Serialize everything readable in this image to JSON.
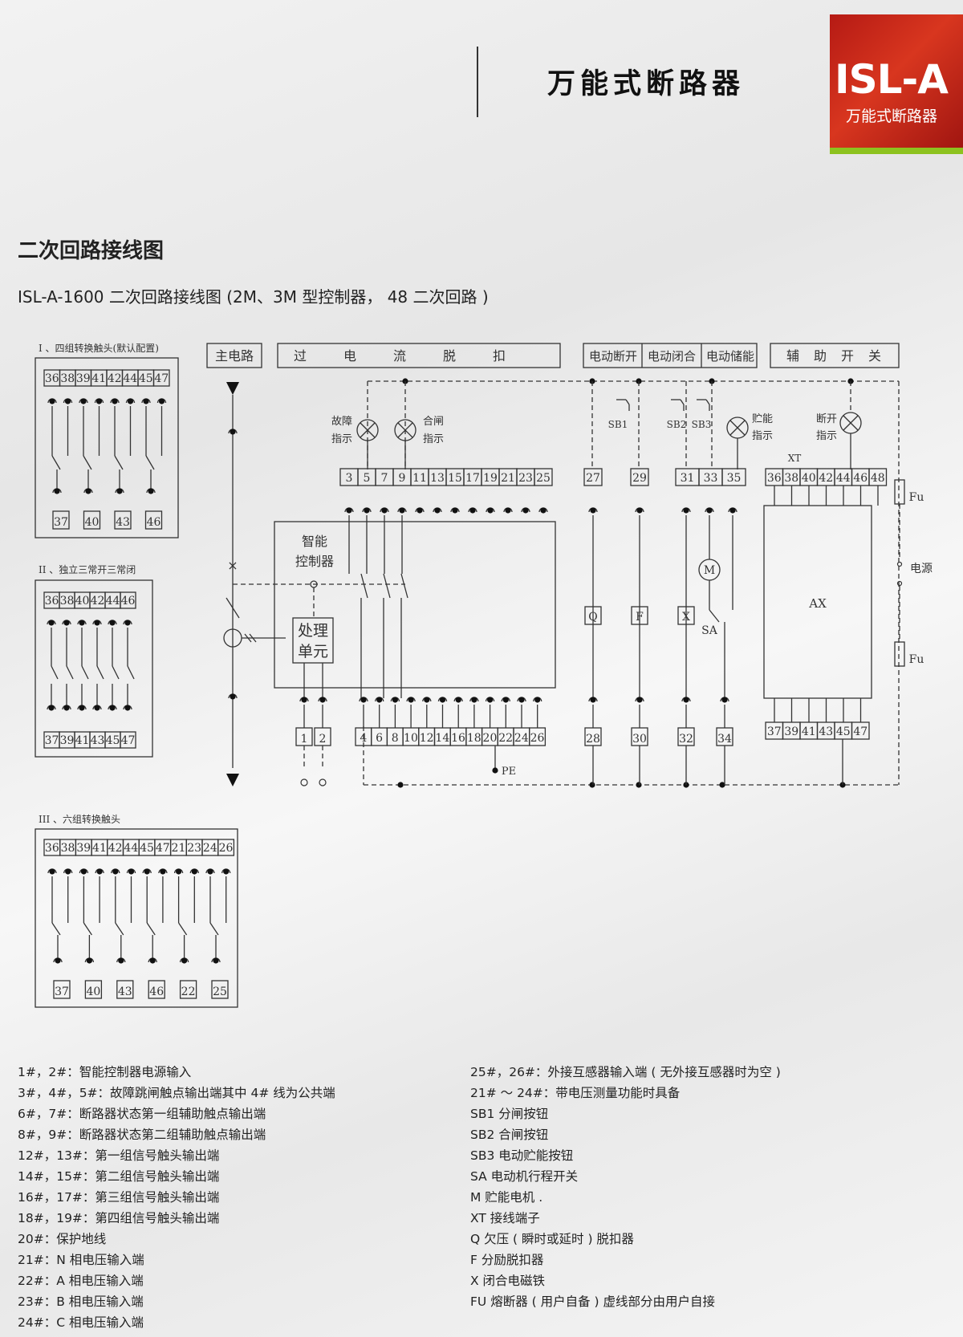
{
  "header": {
    "title": "万能式断路器",
    "logo_main": "ISL-A",
    "logo_sub": "万能式断路器"
  },
  "section": {
    "title": "二次回路接线图",
    "subtitle": "ISL-A-1600 二次回路接线图 (2M、3M 型控制器， 48 二次回路 )"
  },
  "diagram": {
    "panel1": {
      "title": "I 、四组转换触头(默认配置)",
      "top_terminals": [
        "36",
        "38",
        "39",
        "41",
        "42",
        "44",
        "45",
        "47"
      ],
      "bottom_terminals": [
        "37",
        "40",
        "43",
        "46"
      ]
    },
    "panel2": {
      "title": "II 、独立三常开三常闭",
      "top_terminals": [
        "36",
        "38",
        "40",
        "42",
        "44",
        "46"
      ],
      "bottom_terminals": [
        "37",
        "39",
        "41",
        "43",
        "45",
        "47"
      ]
    },
    "panel3": {
      "title": "III 、六组转换触头",
      "top_terminals": [
        "36",
        "38",
        "39",
        "41",
        "42",
        "44",
        "45",
        "47",
        "21",
        "23",
        "24",
        "26"
      ],
      "bottom_terminals": [
        "37",
        "40",
        "43",
        "46",
        "22",
        "25"
      ]
    },
    "headers": {
      "main_circuit": "主电路",
      "over_current_chars": [
        "过",
        "电",
        "流",
        "脱",
        "扣"
      ],
      "motor_open": "电动断开",
      "motor_close": "电动闭合",
      "motor_charge": "电动储能",
      "aux_switch_chars": [
        "辅",
        "助",
        "开",
        "关"
      ]
    },
    "labels": {
      "fault_indicator": [
        "故障",
        "指示"
      ],
      "close_indicator": [
        "合闸",
        "指示"
      ],
      "charge_indicator": [
        "贮能",
        "指示"
      ],
      "open_indicator": [
        "断开",
        "指示"
      ],
      "controller": [
        "智能",
        "控制器"
      ],
      "processing": [
        "处理",
        "单元"
      ],
      "sb1": "SB1",
      "sb2": "SB2",
      "sb3": "SB3",
      "xt": "XT",
      "fu_top": "Fu",
      "fu_bottom": "Fu",
      "power": "电源",
      "ax": "AX",
      "sa": "SA",
      "m": "M",
      "q": "Q",
      "f": "F",
      "x": "X",
      "pe": "PE"
    },
    "terminals": {
      "ctrl_top": [
        "3",
        "5",
        "7",
        "9",
        "11",
        "13",
        "15",
        "17",
        "19",
        "21",
        "23",
        "25"
      ],
      "ctrl_bottom": [
        "4",
        "6",
        "8",
        "10",
        "12",
        "14",
        "16",
        "18",
        "20",
        "22",
        "24",
        "26"
      ],
      "power_in": [
        "1",
        "2"
      ],
      "motor_top": [
        "27",
        "29",
        "31",
        "33",
        "35"
      ],
      "motor_bottom": [
        "28",
        "30",
        "32",
        "34"
      ],
      "aux_top": [
        "36",
        "38",
        "40",
        "42",
        "44",
        "46",
        "48"
      ],
      "aux_bottom": [
        "37",
        "39",
        "41",
        "43",
        "45",
        "47"
      ]
    }
  },
  "legend_left": [
    "1#，2#：智能控制器电源输入",
    "3#，4#，5#：故障跳闸触点输出端其中 4# 线为公共端",
    "6#，7#：断路器状态第一组辅助触点输出端",
    "8#，9#：断路器状态第二组辅助触点输出端",
    "12#，13#：第一组信号触头输出端",
    "14#，15#：第二组信号触头输出端",
    "16#，17#：第三组信号触头输出端",
    "18#，19#：第四组信号触头输出端",
    "20#：保护地线",
    "21#：N 相电压输入端",
    "22#：A 相电压输入端",
    "23#：B 相电压输入端",
    "24#：C 相电压输入端"
  ],
  "legend_right": [
    "25#，26#：外接互感器输入端 ( 无外接互感器时为空 )",
    "21# ～ 24#：带电压测量功能时具备",
    "SB1  分闸按钮",
    "SB2  合闸按钮",
    "SB3  电动贮能按钮",
    "SA   电动机行程开关",
    "M    贮能电机 .",
    "XT   接线端子",
    "Q    欠压 ( 瞬时或延时 ) 脱扣器",
    "F    分励脱扣器",
    "X    闭合电磁铁",
    "FU   熔断器 ( 用户自备 ) 虚线部分由用户自接"
  ]
}
